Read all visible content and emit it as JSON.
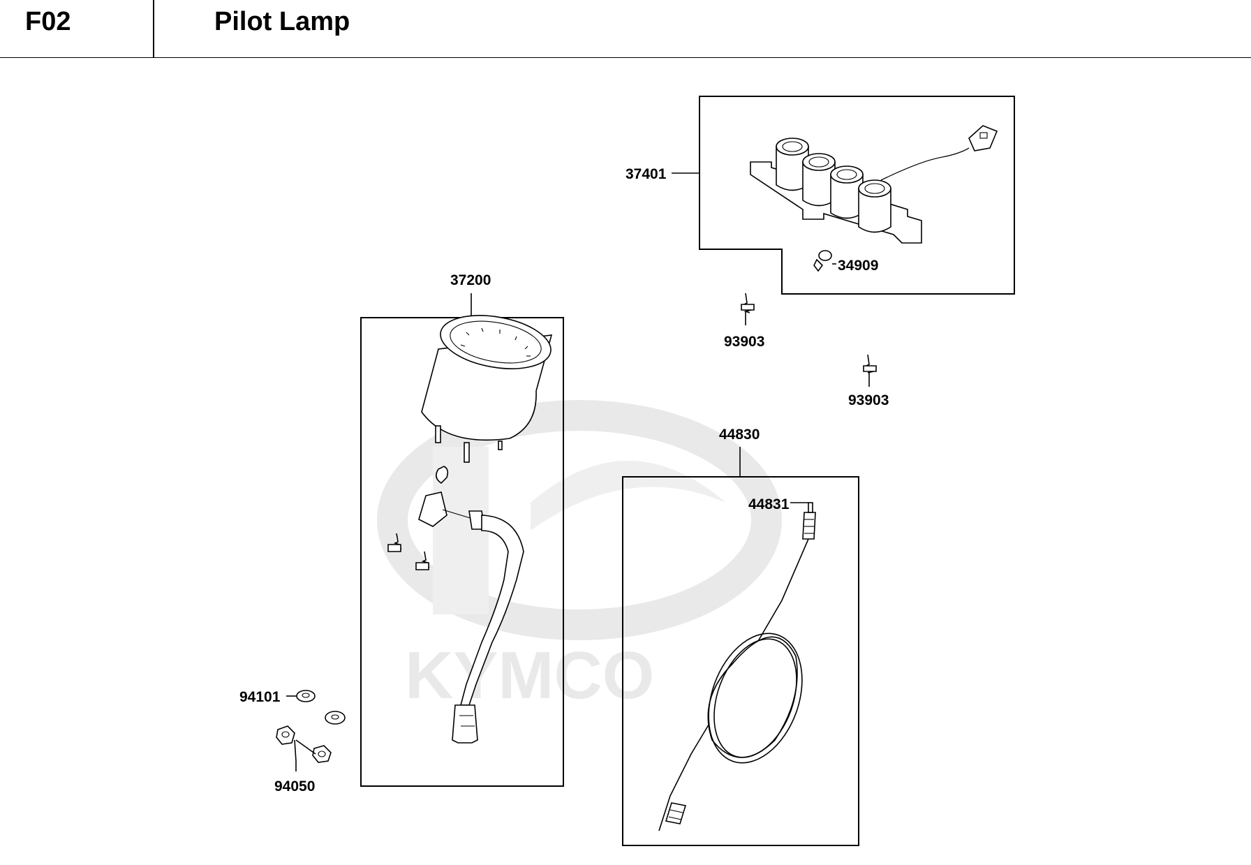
{
  "header": {
    "code": "F02",
    "title": "Pilot Lamp"
  },
  "watermark": {
    "brand": "KYMCO",
    "color": "#e9e9e9"
  },
  "callouts": {
    "c37401": "37401",
    "c34909": "34909",
    "c93903a": "93903",
    "c93903b": "93903",
    "c37200": "37200",
    "c44830": "44830",
    "c44831": "44831",
    "c94101": "94101",
    "c94050": "94050"
  },
  "parts": [
    {
      "number": "37401",
      "icon": "indicator-lamp-assembly-icon"
    },
    {
      "number": "34909",
      "icon": "bulb-icon"
    },
    {
      "number": "93903",
      "icon": "tapping-screw-icon"
    },
    {
      "number": "37200",
      "icon": "meter-assembly-icon"
    },
    {
      "number": "44830",
      "icon": "speedometer-cable-icon"
    },
    {
      "number": "44831",
      "icon": "cable-end-icon"
    },
    {
      "number": "94101",
      "icon": "washer-icon"
    },
    {
      "number": "94050",
      "icon": "nut-icon"
    }
  ]
}
